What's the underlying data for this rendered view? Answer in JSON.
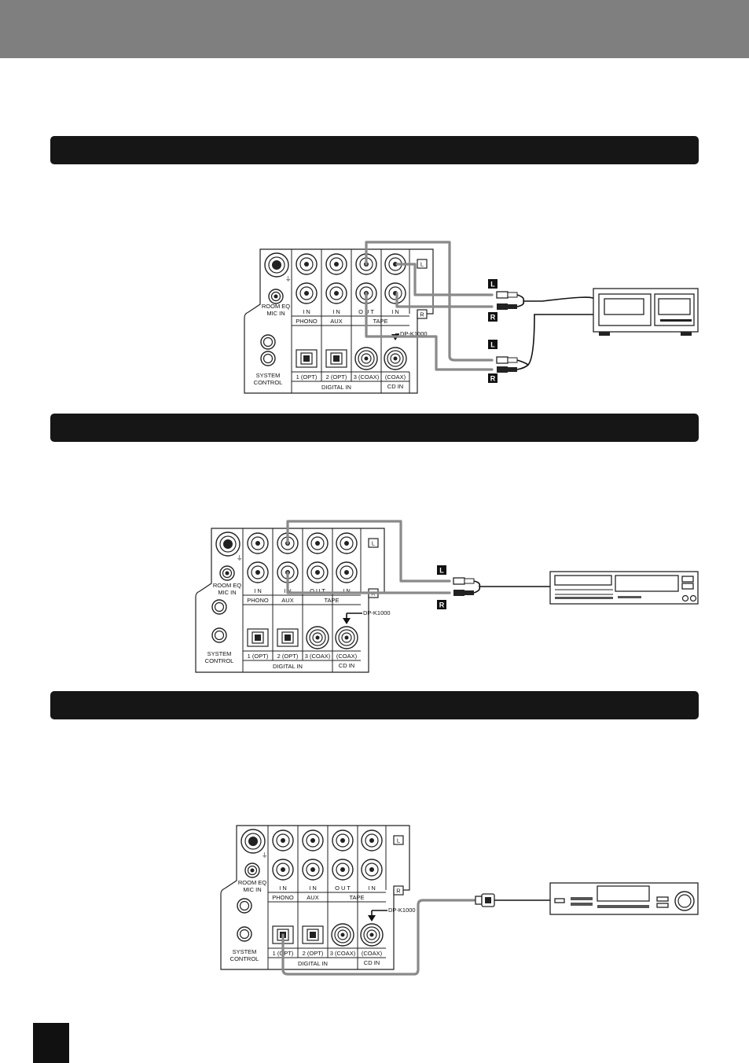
{
  "panel": {
    "room_eq_mic_in": [
      "ROOM EQ",
      "MIC  IN"
    ],
    "system_control": [
      "SYSTEM",
      "CONTROL"
    ],
    "in_label": "I N",
    "out_label": "O U T",
    "phono": "PHONO",
    "aux": "AUX",
    "tape": "TAPE",
    "dp_k1000": "DP-K1000",
    "opt1": "1 (OPT)",
    "opt2": "2 (OPT)",
    "coax3": "3 (COAX)",
    "coax_cd": "(COAX)",
    "cd_in": "CD  IN",
    "digital_in": "DIGITAL  IN",
    "l_mark": "L",
    "r_mark": "R",
    "ground_mark": "⏚"
  },
  "diagrams": [
    {
      "id": "tape-deck-connection",
      "plug_left": "L",
      "plug_right": "R",
      "plug_left_2": "L",
      "plug_right_2": "R"
    },
    {
      "id": "aux-connection",
      "plug_left": "L",
      "plug_right": "R"
    },
    {
      "id": "digital-optical-connection"
    }
  ],
  "colors": {
    "top_bar": "#7f7f7f",
    "section_bar": "#161616",
    "cable": "#8a8a8a"
  }
}
